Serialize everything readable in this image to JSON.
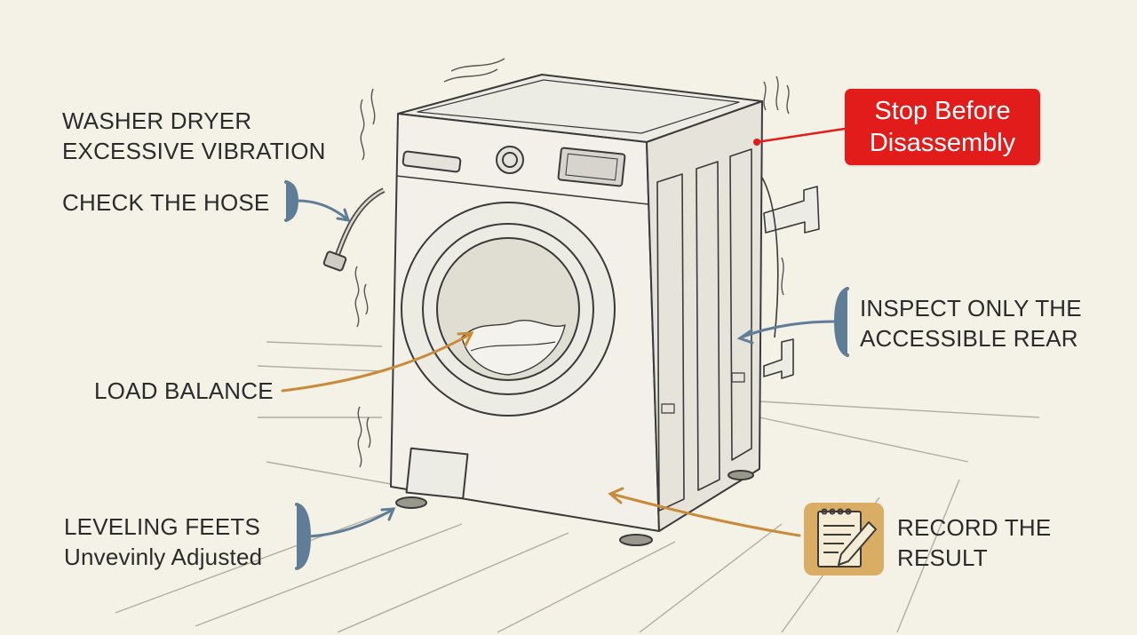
{
  "title": {
    "line1": "WASHER DRYER",
    "line2": "EXCESSIVE VIBRATION"
  },
  "callouts": {
    "hose": "CHECK THE HOSE",
    "load": "LOAD BALANCE",
    "leveling": {
      "line1": "LEVELING FEETS",
      "line2": "Unvevinly Adjusted"
    },
    "rear": {
      "line1": "INSPECT ONLY THE",
      "line2": "ACCESSIBLE REAR"
    },
    "record": {
      "line1": "RECORD THE",
      "line2": "RESULT"
    }
  },
  "warning": {
    "line1": "Stop Before",
    "line2": "Disassembly"
  },
  "icons": {
    "record": "notepad-pencil-icon",
    "illustration": "washing-machine-illustration"
  },
  "colors": {
    "background": "#f4f1e6",
    "warning": "#e21b1b",
    "blue_bracket": "#5f7d96",
    "tan_arrow": "#c98b3a",
    "notepad_bg": "#d9ad64",
    "ink": "#2b2b2b"
  }
}
